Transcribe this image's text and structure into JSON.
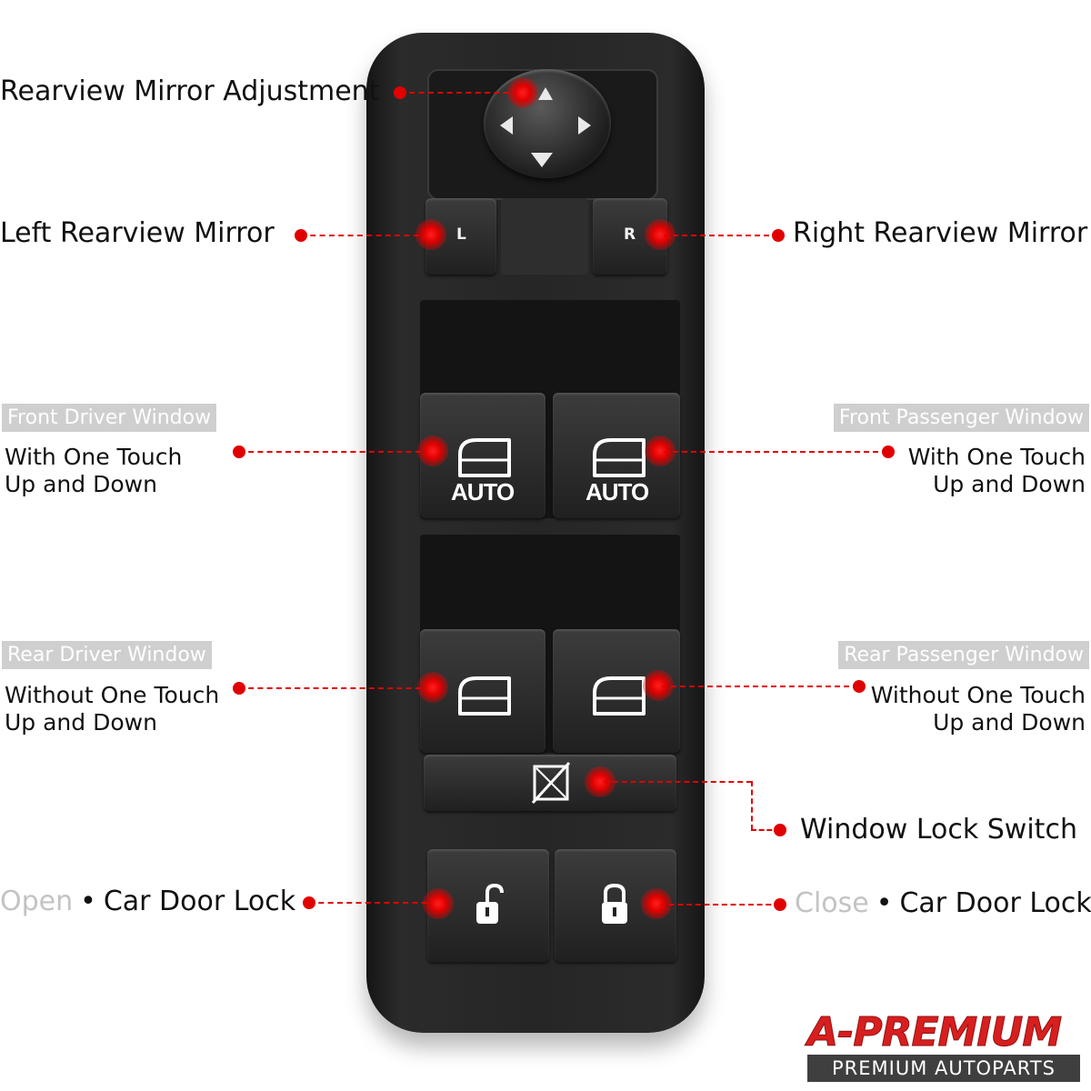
{
  "labels": {
    "mirror_adjust": "Rearview Mirror Adjustment",
    "left_mirror": "Left Rearview Mirror",
    "right_mirror": "Right Rearview Mirror",
    "front_driver_tag": "Front Driver Window",
    "front_driver_desc_1": "With One Touch",
    "front_driver_desc_2": "Up and Down",
    "front_passenger_tag": "Front Passenger Window",
    "front_passenger_desc_1": "With One Touch",
    "front_passenger_desc_2": "Up and Down",
    "rear_driver_tag": "Rear Driver Window",
    "rear_driver_desc_1": "Without One Touch",
    "rear_driver_desc_2": "Up and Down",
    "rear_passenger_tag": "Rear Passenger Window",
    "rear_passenger_desc_1": "Without One Touch",
    "rear_passenger_desc_2": "Up and Down",
    "window_lock": "Window Lock Switch",
    "open_word": "Open",
    "close_word": "Close",
    "separator": "•",
    "door_lock_left": "Car Door Lock",
    "door_lock_right": "Car Door Lock"
  },
  "switch": {
    "left_key": "L",
    "right_key": "R",
    "auto_left": "AUTO",
    "auto_right": "AUTO"
  },
  "icons": {
    "knob": "four-way-arrow-knob-icon",
    "window": "window-icon",
    "window_lock": "window-lock-icon",
    "unlock": "unlocked-padlock-icon",
    "lock": "locked-padlock-icon"
  },
  "brand": {
    "name": "A-PREMIUM",
    "tagline": "PREMIUM AUTOPARTS"
  },
  "colors": {
    "accent_red": "#e10000",
    "tag_gray": "#cfcfcf",
    "muted_text": "#c3c3c3",
    "panel_black": "#262626"
  }
}
